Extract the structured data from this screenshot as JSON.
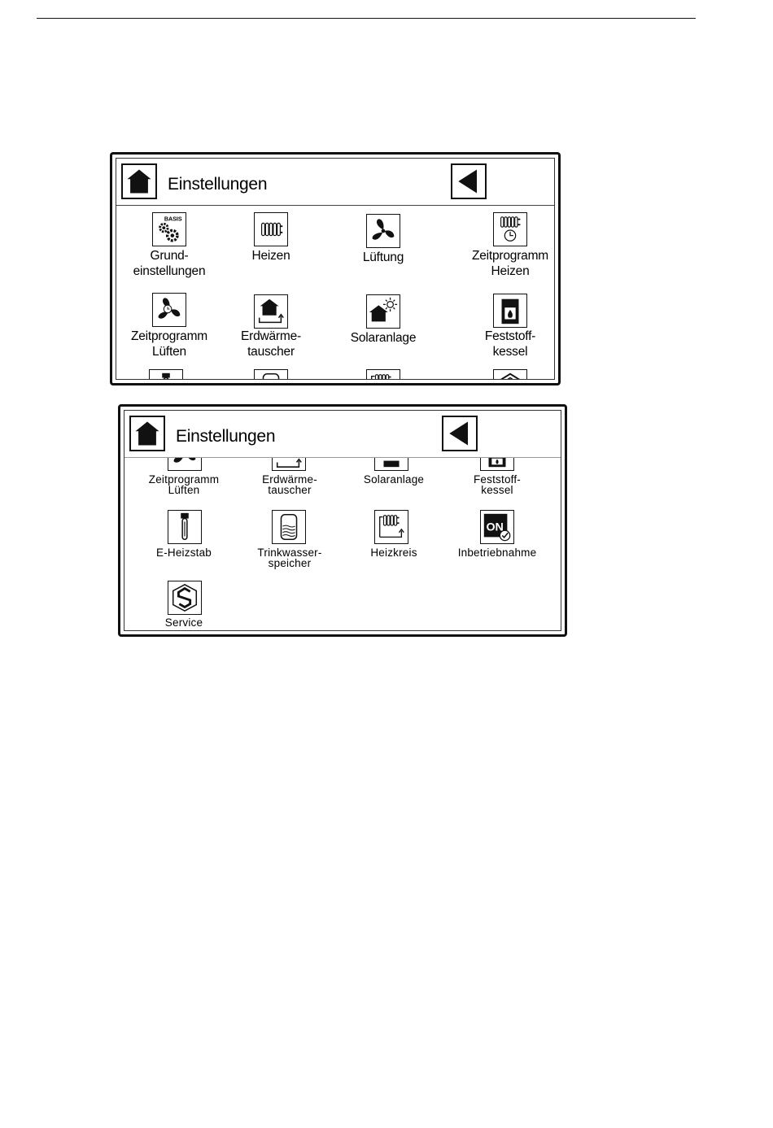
{
  "screen_1": {
    "title": "Einstellungen",
    "items": [
      {
        "line1": "Grund-",
        "line2": "einstellungen",
        "icon": "settings-basis-icon"
      },
      {
        "line1": "Heizen",
        "line2": "",
        "icon": "radiator-icon"
      },
      {
        "line1": "Lüftung",
        "line2": "",
        "icon": "fan-icon"
      },
      {
        "line1": "Zeitprogramm",
        "line2": "Heizen",
        "icon": "radiator-clock-icon"
      },
      {
        "line1": "Zeitprogramm",
        "line2": "Lüften",
        "icon": "fan-clock-icon"
      },
      {
        "line1": "Erdwärme-",
        "line2": "tauscher",
        "icon": "ground-heat-exchanger-icon"
      },
      {
        "line1": "Solaranlage",
        "line2": "",
        "icon": "solar-house-icon"
      },
      {
        "line1": "Feststoff-",
        "line2": "kessel",
        "icon": "solid-fuel-boiler-icon"
      }
    ]
  },
  "screen_2": {
    "title": "Einstellungen",
    "items": [
      {
        "line1": "Zeitprogramm",
        "line2": "Lüften",
        "icon": "fan-clock-icon"
      },
      {
        "line1": "Erdwärme-",
        "line2": "tauscher",
        "icon": "ground-heat-exchanger-icon"
      },
      {
        "line1": "Solaranlage",
        "line2": "",
        "icon": "solar-house-icon"
      },
      {
        "line1": "Feststoff-",
        "line2": "kessel",
        "icon": "solid-fuel-boiler-icon"
      },
      {
        "line1": "E-Heizstab",
        "line2": "",
        "icon": "heating-rod-icon"
      },
      {
        "line1": "Trinkwasser-",
        "line2": "speicher",
        "icon": "water-tank-icon"
      },
      {
        "line1": "Heizkreis",
        "line2": "",
        "icon": "heating-circuit-icon"
      },
      {
        "line1": "Inbetriebnahme",
        "line2": "",
        "icon": "commissioning-on-icon"
      },
      {
        "line1": "Service",
        "line2": "",
        "icon": "service-icon"
      }
    ]
  },
  "icons": {
    "basis_text": "BASIS",
    "on_text": "ON"
  }
}
